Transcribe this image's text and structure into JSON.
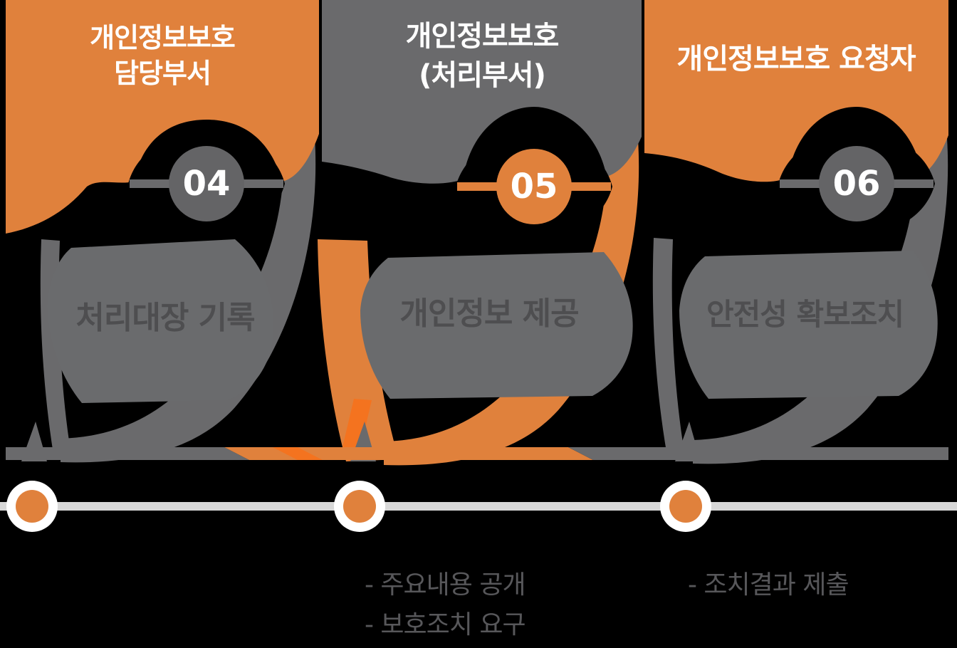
{
  "colors": {
    "background": "#000000",
    "orange": "#E0813C",
    "orange_bright": "#F4731F",
    "gray": "#6A6A6C",
    "blob_gray": "#6A6B6D",
    "blob_label_text": "#4E4E50",
    "circle_gray": "#646466",
    "timeline_line": "#D8D8D8",
    "timeline_dot_ring": "#FFFFFF",
    "timeline_dot": "#E0813C",
    "bullet_text": "#57575A",
    "card_text": "#FFFFFF"
  },
  "steps": [
    {
      "number": "04",
      "card_title_line1": "개인정보보호",
      "card_title_line2": "담당부서",
      "card_color": "#E0813C",
      "circle_color": "#646466",
      "ribbon_color": "#6A6A6C",
      "label": "처리대장 기록",
      "bullets": []
    },
    {
      "number": "05",
      "card_title_line1": "개인정보보호",
      "card_title_line2": "(처리부서)",
      "card_color": "#6A6A6C",
      "circle_color": "#E0813C",
      "ribbon_color": "#E0813C",
      "label": "개인정보 제공",
      "bullets": [
        "- 주요내용 공개",
        "- 보호조치 요구"
      ]
    },
    {
      "number": "06",
      "card_title_line1": "개인정보보호 요청자",
      "card_title_line2": "",
      "card_color": "#E0813C",
      "circle_color": "#646466",
      "ribbon_color": "#6A6A6C",
      "label": "안전성 확보조치",
      "bullets": [
        "- 조치결과 제출"
      ]
    }
  ]
}
